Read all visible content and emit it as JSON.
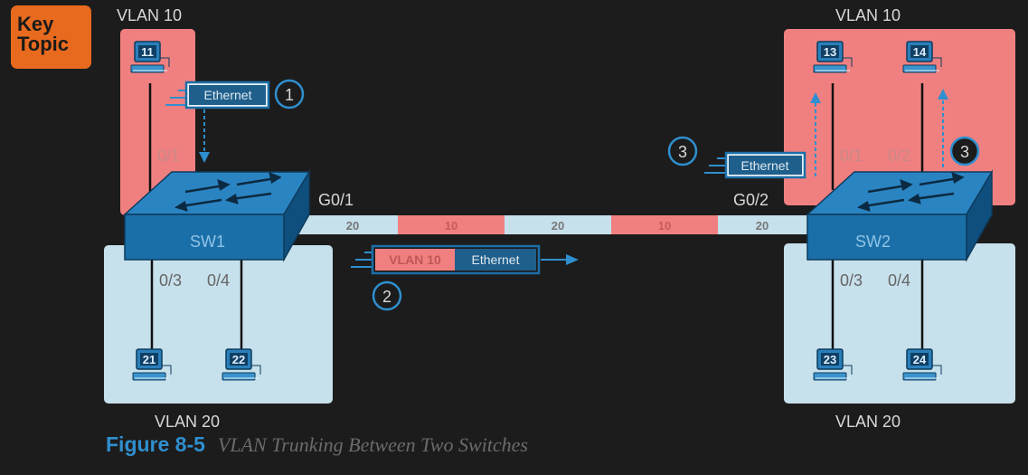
{
  "key_topic": {
    "line1": "Key",
    "line2": "Topic"
  },
  "vlan_labels": {
    "top_left": "VLAN 10",
    "top_right": "VLAN 10",
    "bottom_left": "VLAN 20",
    "bottom_right": "VLAN 20"
  },
  "switches": {
    "sw1": "SW1",
    "sw2": "SW2"
  },
  "pcs": {
    "pc11": "11",
    "pc13": "13",
    "pc14": "14",
    "pc21": "21",
    "pc22": "22",
    "pc23": "23",
    "pc24": "24"
  },
  "ports": {
    "sw1_port_top": "0/1",
    "sw1_port_a": "0/3",
    "sw1_port_b": "0/4",
    "sw1_trunk": "G0/1",
    "sw2_port_top_a": "0/1",
    "sw2_port_top_b": "0/2",
    "sw2_port_a": "0/3",
    "sw2_port_b": "0/4",
    "sw2_trunk": "G0/2"
  },
  "trunk_segments": [
    "20",
    "10",
    "20",
    "10",
    "20"
  ],
  "frames": {
    "ethernet": "Ethernet",
    "vlan_tag": "VLAN 10"
  },
  "steps": {
    "one": "1",
    "two": "2",
    "three_left": "3",
    "three_right": "3"
  },
  "caption": {
    "number": "Figure 8-5",
    "title": "VLAN Trunking Between Two Switches"
  },
  "colors": {
    "background": "#1c1c1c",
    "vlan10": "#f08080",
    "vlan20": "#c6e0ec",
    "switch": "#1b6fa8",
    "accent_blue": "#2f8fcf",
    "key_topic": "#e86a1e"
  }
}
